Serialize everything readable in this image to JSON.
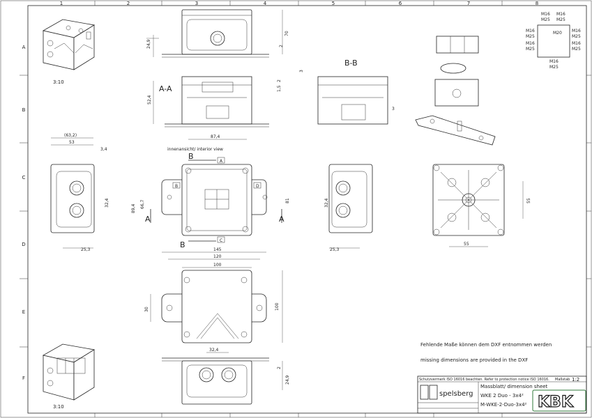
{
  "sheet": {
    "columns": [
      "1",
      "2",
      "3",
      "4",
      "5",
      "6",
      "7",
      "8"
    ],
    "rows": [
      "A",
      "B",
      "C",
      "D",
      "E",
      "F"
    ]
  },
  "views": {
    "scale_top": "3:10",
    "scale_bottom": "3:10",
    "section_aa": "A-A",
    "section_bb": "B-B",
    "interior_view": "innenansicht/ interior view",
    "cut_a": "A",
    "cut_b": "B",
    "tag_a": "A",
    "tag_b": "B",
    "tag_c": "C",
    "tag_d": "D"
  },
  "dimensions": {
    "d70": "70",
    "d24_9": "24,9",
    "d2": "2",
    "d52_4": "52,4",
    "d1_5": "1,5",
    "d87_4": "87,4",
    "d3": "3",
    "d63_2": "(63,2)",
    "d53": "53",
    "d3_4": "3,4",
    "d32_4": "32,4",
    "d25_3": "25,3",
    "d89_4": "89,4",
    "d66_7": "66,7",
    "d81": "81",
    "d55": "55",
    "d145": "145",
    "d120": "120",
    "d100": "100",
    "d30": "30",
    "d100v": "100"
  },
  "cable_entries": {
    "top": [
      "M16",
      "M25"
    ],
    "top2": [
      "M16",
      "M25"
    ],
    "left1": [
      "M16",
      "M25"
    ],
    "left2": [
      "M16",
      "M25"
    ],
    "center": "M20",
    "right1": [
      "M16",
      "M25"
    ],
    "right2": [
      "M16",
      "M25"
    ],
    "bottom": [
      "M16",
      "M25"
    ]
  },
  "notes": {
    "de": "Fehlende Maße können dem DXF entnommen werden",
    "en": "missing dimensions are provided in the DXF"
  },
  "title_block": {
    "protection_notice": "Schutzvermerk ISO 16016 beachten. Refer to protection notice ISO 16016.",
    "scale_label": "Maßstab",
    "scale_value": "1:2",
    "company": "spelsberg",
    "doc_title": "Massblatt/ dimension sheet",
    "product": "WKE 2 Duo - 3x4²",
    "part": "M-WKE-2-Duo-3x4²",
    "logo_text": "KBK"
  },
  "colors": {
    "line": "#222222",
    "paper": "#ffffff",
    "logo_green": "#2f7a3a"
  }
}
